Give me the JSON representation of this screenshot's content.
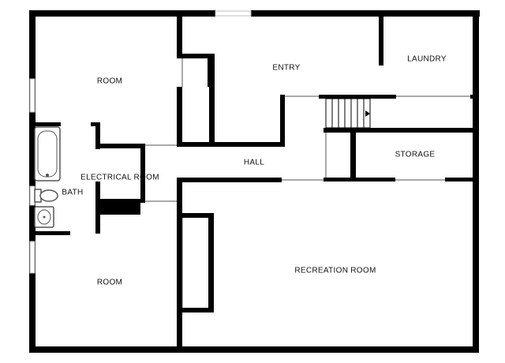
{
  "rooms": {
    "room_upper": "ROOM",
    "entry": "ENTRY",
    "laundry": "LAUNDRY",
    "electrical": "ELECTRICAL ROOM",
    "hall": "HALL",
    "storage": "STORAGE",
    "bath": "BATH",
    "room_lower": "ROOM",
    "recreation": "RECREATION ROOM"
  },
  "colors": {
    "wall": "#000000",
    "background": "#ffffff"
  }
}
